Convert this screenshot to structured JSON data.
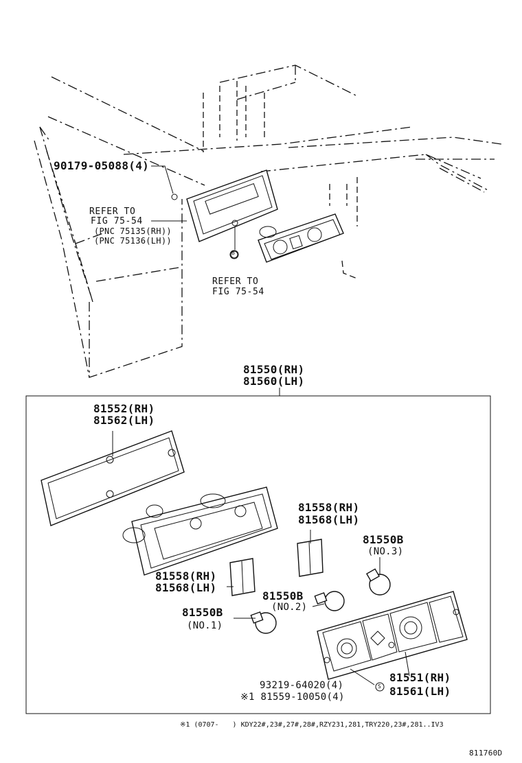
{
  "diagram": {
    "labels": {
      "bolt_90179": "90179-05088(4)",
      "refer_to_1": "REFER TO",
      "fig_75_54_1": "FIG 75-54",
      "pnc_rh": "(PNC 75135(RH))",
      "pnc_lh": "(PNC 75136(LH))",
      "circle_b": "B",
      "refer_to_2": "REFER TO",
      "fig_75_54_2": "FIG 75-54",
      "assy_rh": "81550(RH)",
      "assy_lh": "81560(LH)",
      "gasket_rh": "81552(RH)",
      "gasket_lh": "81562(LH)",
      "reflector_a_rh": "81558(RH)",
      "reflector_a_lh": "81568(LH)",
      "bulb_no3": "81550B",
      "bulb_no3_sub": "(NO.3)",
      "reflector_b_rh": "81558(RH)",
      "reflector_b_lh": "81568(LH)",
      "bulb_no2": "81550B",
      "bulb_no2_sub": "(NO.2)",
      "bulb_no1": "81550B",
      "bulb_no1_sub": "(NO.1)",
      "lens_rh": "81551(RH)",
      "lens_lh": "81561(LH)",
      "screw_93219": "93219-64020(4)",
      "screw_81559": "※1 81559-10050(4)",
      "circle_s": "S",
      "footnote": "※1 (0707-　　) KDY22#,23#,27#,28#,RZY231,281,TRY220,23#,281..IV3",
      "figure_code": "811760D"
    }
  }
}
